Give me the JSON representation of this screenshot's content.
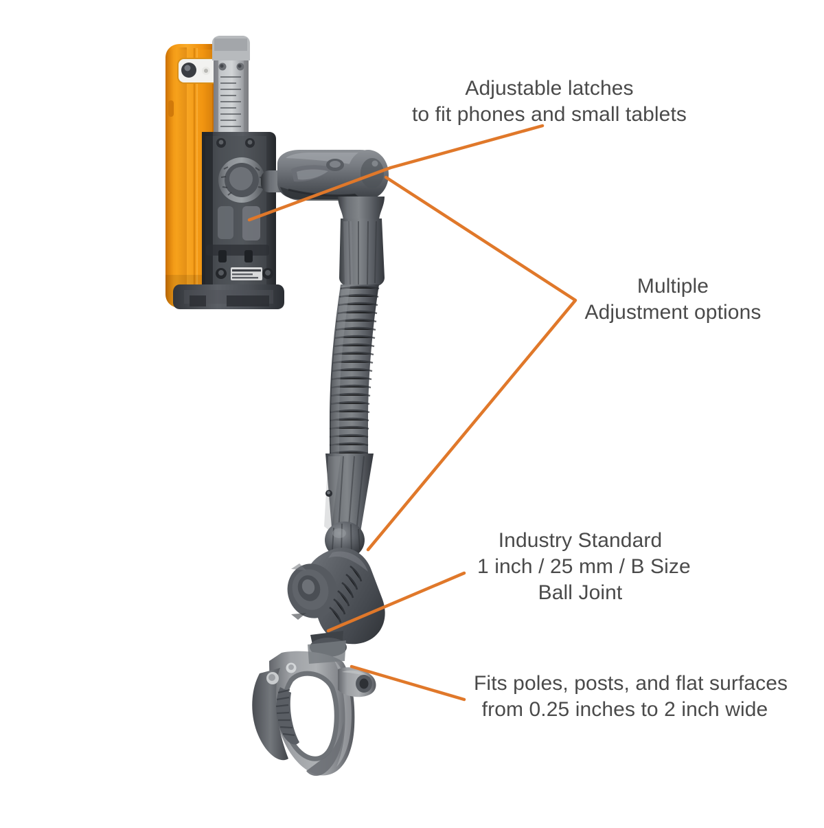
{
  "figure": {
    "type": "annotated-product-photo",
    "subject": "phone-and-tablet-clamp-mount",
    "background_color": "#ffffff",
    "accent_color": "#e0782a",
    "text_color": "#4a4a4a"
  },
  "callouts": [
    {
      "id": "latches",
      "name": "callout-adjustable-latches",
      "lines": [
        "Adjustable latches",
        "to fit phones and small tablets"
      ],
      "anchor": "cradle-latch-arm"
    },
    {
      "id": "adjust",
      "name": "callout-multiple-adjustment-options",
      "lines": [
        "Multiple",
        "Adjustment options"
      ],
      "anchor": "upper-socket-arm"
    },
    {
      "id": "ball",
      "name": "callout-ball-joint",
      "lines": [
        "Industry Standard",
        "1 inch / 25 mm / B Size",
        "Ball Joint"
      ],
      "anchor": "lower-ball-joint"
    },
    {
      "id": "clamp",
      "name": "callout-clamp-range",
      "lines": [
        "Fits poles, posts, and flat surfaces",
        "from 0.25 inches to 2 inch wide"
      ],
      "anchor": "rail-clamp-base"
    }
  ],
  "product": {
    "phone_case": {
      "label": "orange-phone-case",
      "color": "#f0900e"
    },
    "cradle": {
      "label": "spring-loaded-cradle",
      "color": "#3c3f44"
    },
    "latch_arm": {
      "label": "ratcheting-latch-arm-with-scale",
      "color": "#a9acae"
    },
    "upper_arm": {
      "label": "upper-double-socket-arm",
      "color": "#6f7377"
    },
    "gooseneck": {
      "label": "flexible-corrugated-gooseneck",
      "color": "#5e6166"
    },
    "lower_arm": {
      "label": "lower-double-socket-arm",
      "color": "#4c4f54"
    },
    "clamp": {
      "label": "c-jaw-rail-clamp",
      "color": "#8b8f93"
    }
  }
}
